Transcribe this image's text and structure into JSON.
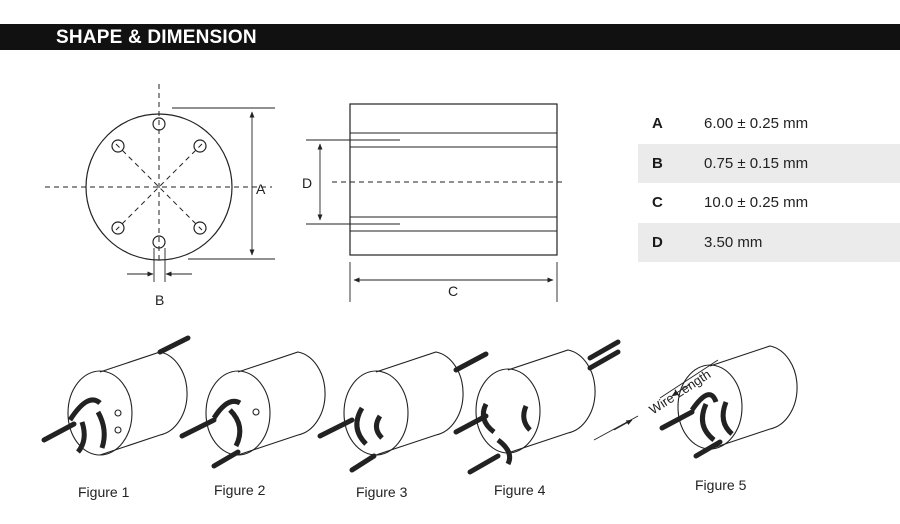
{
  "header": {
    "title": "SHAPE & DIMENSION"
  },
  "dimension_labels": {
    "a": "A",
    "b": "B",
    "c": "C",
    "d": "D"
  },
  "spec_table": [
    {
      "key": "A",
      "value": "6.00 ± 0.25 mm"
    },
    {
      "key": "B",
      "value": "0.75 ± 0.15 mm"
    },
    {
      "key": "C",
      "value": "10.0 ± 0.25 mm"
    },
    {
      "key": "D",
      "value": "3.50 mm"
    }
  ],
  "figures": [
    "Figure 1",
    "Figure 2",
    "Figure 3",
    "Figure 4",
    "Figure 5"
  ],
  "wire_length_label": "Wire Length"
}
